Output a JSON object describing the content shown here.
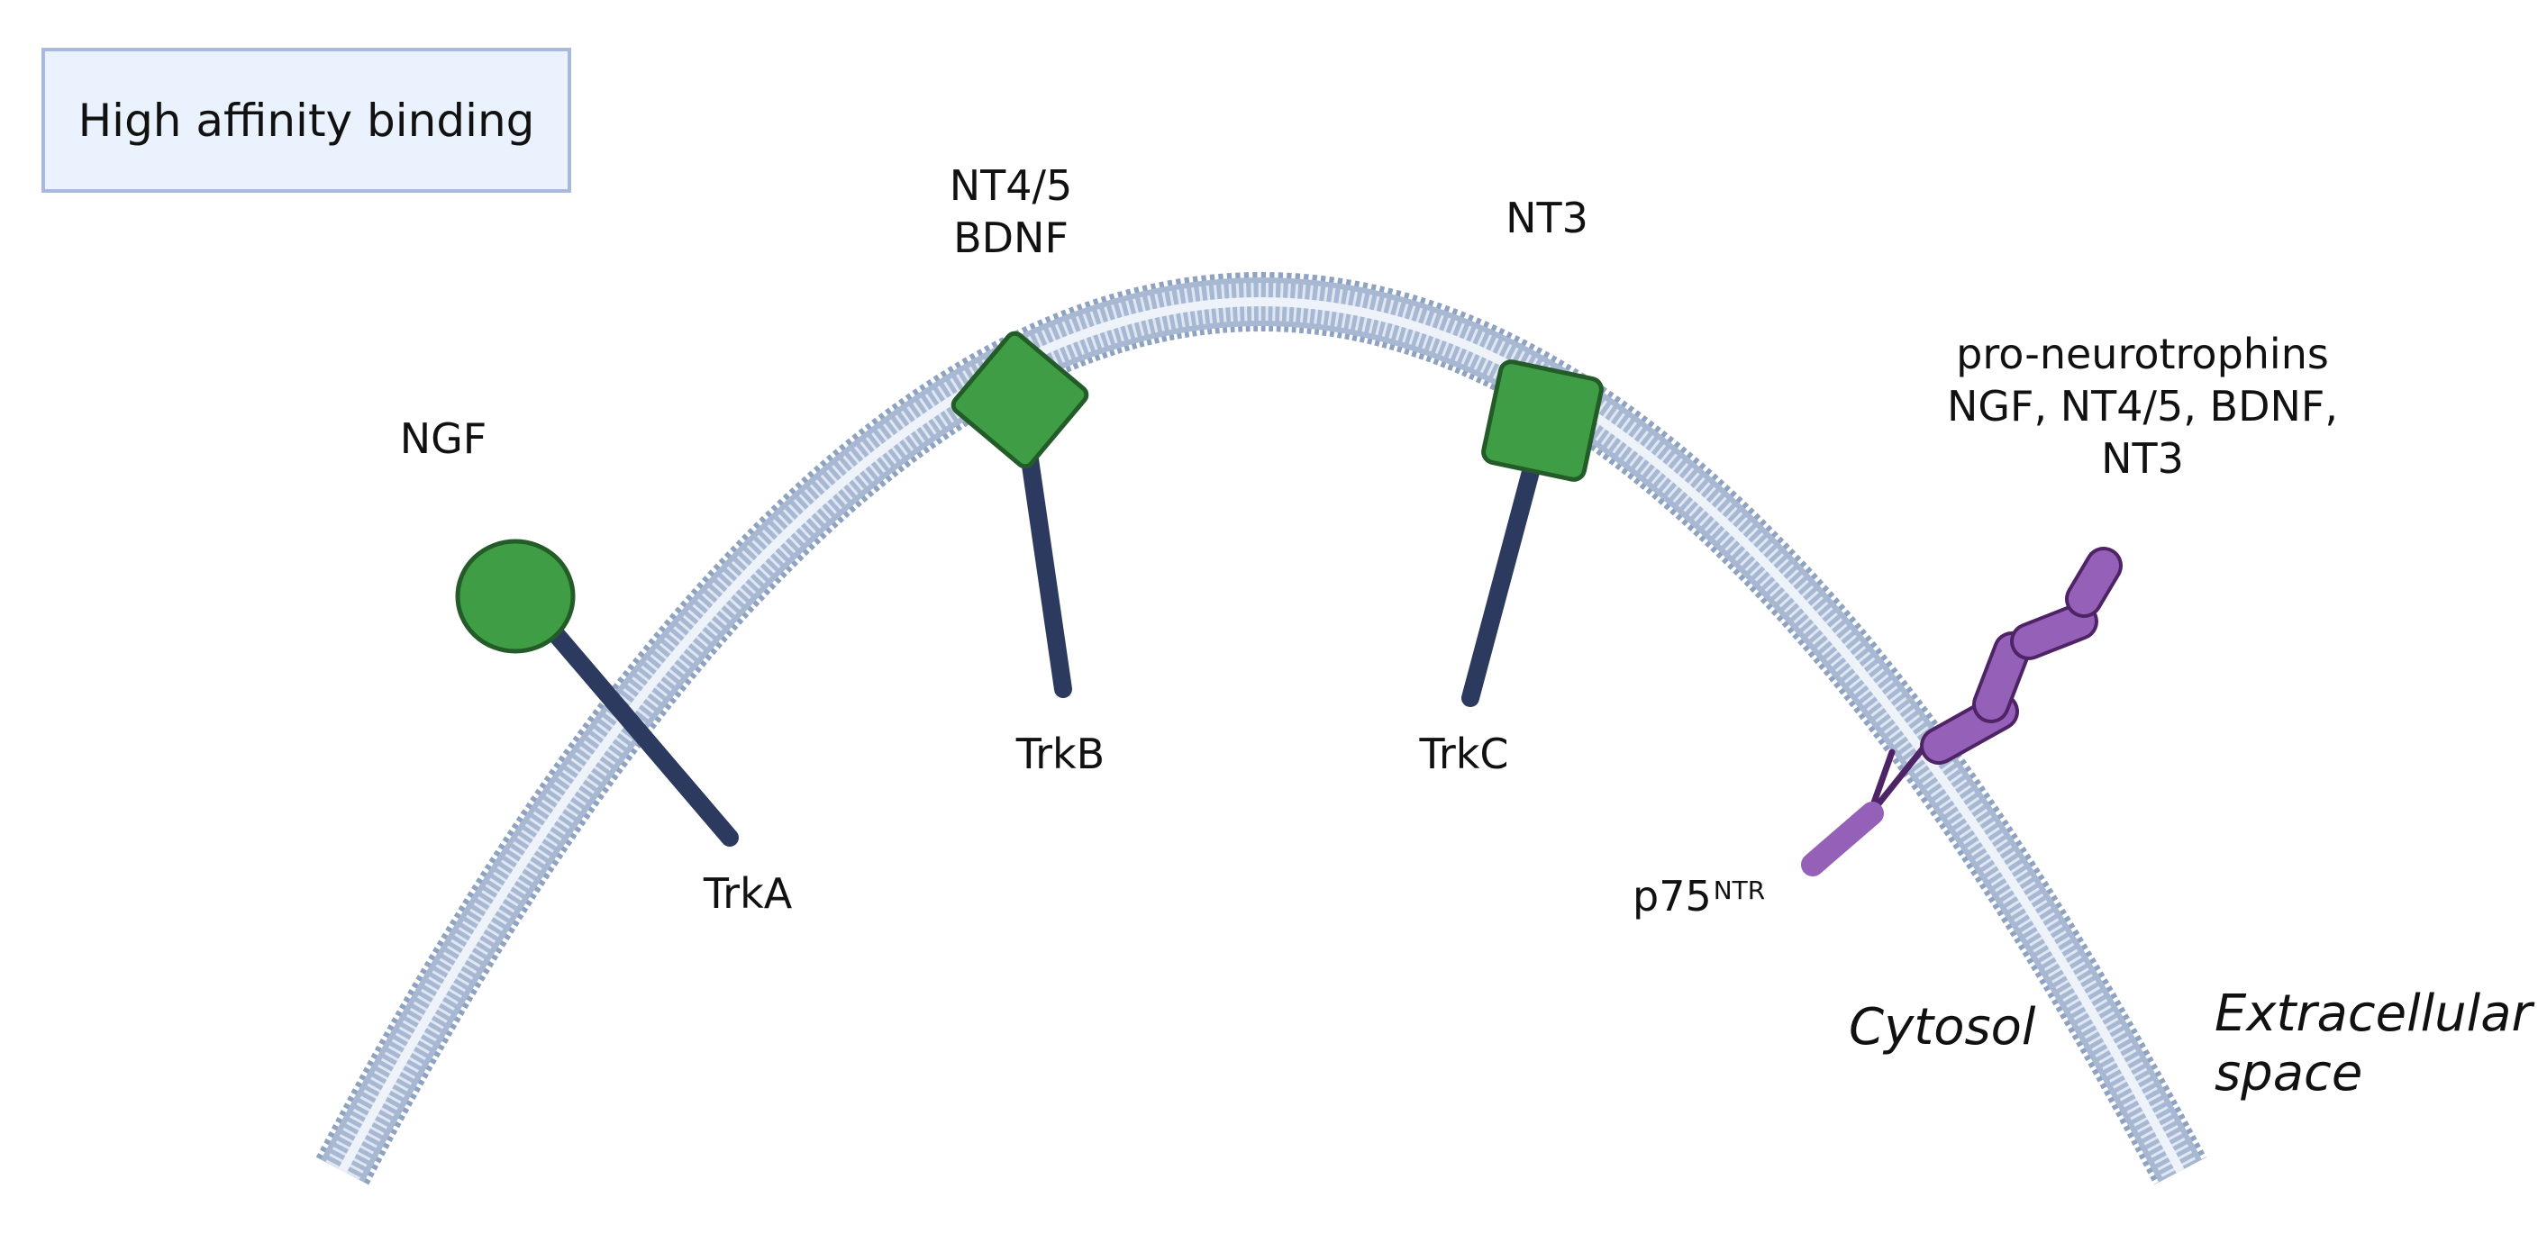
{
  "title": "High affinity binding",
  "ligands": {
    "ngf": "NGF",
    "trkb_ligand_1": "NT4/5",
    "trkb_ligand_2": "BDNF",
    "nt3": "NT3",
    "pro_line_1": "pro-neurotrophins",
    "pro_line_2": "NGF, NT4/5, BDNF,",
    "pro_line_3": "NT3"
  },
  "receptors": {
    "trka": "TrkA",
    "trkb": "TrkB",
    "trkc": "TrkC",
    "p75_base": "p75",
    "p75_sup": "NTR"
  },
  "regions": {
    "cytosol": "Cytosol",
    "extracellular_1": "Extracellular",
    "extracellular_2": "space"
  },
  "colors": {
    "background": "#ffffff",
    "title_fill": "#eaf2fd",
    "title_border": "#a9b9dc",
    "membrane": "#a8b8d3",
    "membrane_head": "#8ea2c2",
    "membrane_light": "#eef3fa",
    "receptor_stalk": "#2d3a5f",
    "ligand_green": "#3f9e45",
    "ligand_outline": "#235c28",
    "p75_purple": "#9561b8",
    "p75_dark": "#4e2466",
    "text": "#111111"
  }
}
